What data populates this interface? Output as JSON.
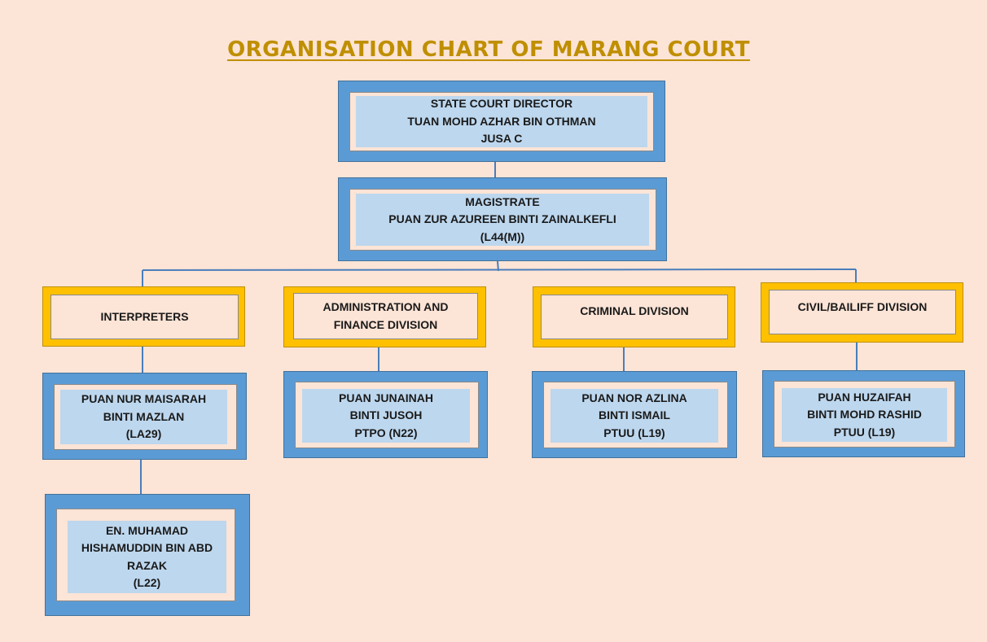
{
  "title": "ORGANISATION CHART OF MARANG COURT",
  "colors": {
    "background": "#fce4d6",
    "title": "#bf8f00",
    "blue_box": "#5b9bd5",
    "gold_box": "#ffc000",
    "inner_box": "#bdd7ee",
    "connector": "#4a7ebb"
  },
  "director": {
    "lines": [
      "STATE COURT DIRECTOR",
      "TUAN MOHD AZHAR BIN OTHMAN",
      "JUSA C"
    ]
  },
  "magistrate": {
    "lines": [
      "MAGISTRATE",
      "PUAN ZUR AZUREEN BINTI ZAINALKEFLI",
      "(L44(M))"
    ]
  },
  "divisions": [
    {
      "label": [
        "INTERPRETERS"
      ],
      "staff": [
        [
          "PUAN NUR MAISARAH",
          "BINTI MAZLAN",
          "(LA29)"
        ],
        [
          "EN. MUHAMAD",
          "HISHAMUDDIN BIN ABD",
          "RAZAK",
          "(L22)"
        ]
      ]
    },
    {
      "label": [
        "ADMINISTRATION AND",
        "FINANCE DIVISION"
      ],
      "staff": [
        [
          "PUAN JUNAINAH",
          "BINTI JUSOH",
          "PTPO (N22)"
        ]
      ]
    },
    {
      "label": [
        "CRIMINAL DIVISION"
      ],
      "staff": [
        [
          "PUAN NOR AZLINA",
          "BINTI ISMAIL",
          "PTUU (L19)"
        ]
      ]
    },
    {
      "label": [
        "CIVIL/BAILIFF DIVISION"
      ],
      "staff": [
        [
          "PUAN HUZAIFAH",
          "BINTI MOHD RASHID",
          "PTUU (L19)"
        ]
      ]
    }
  ]
}
